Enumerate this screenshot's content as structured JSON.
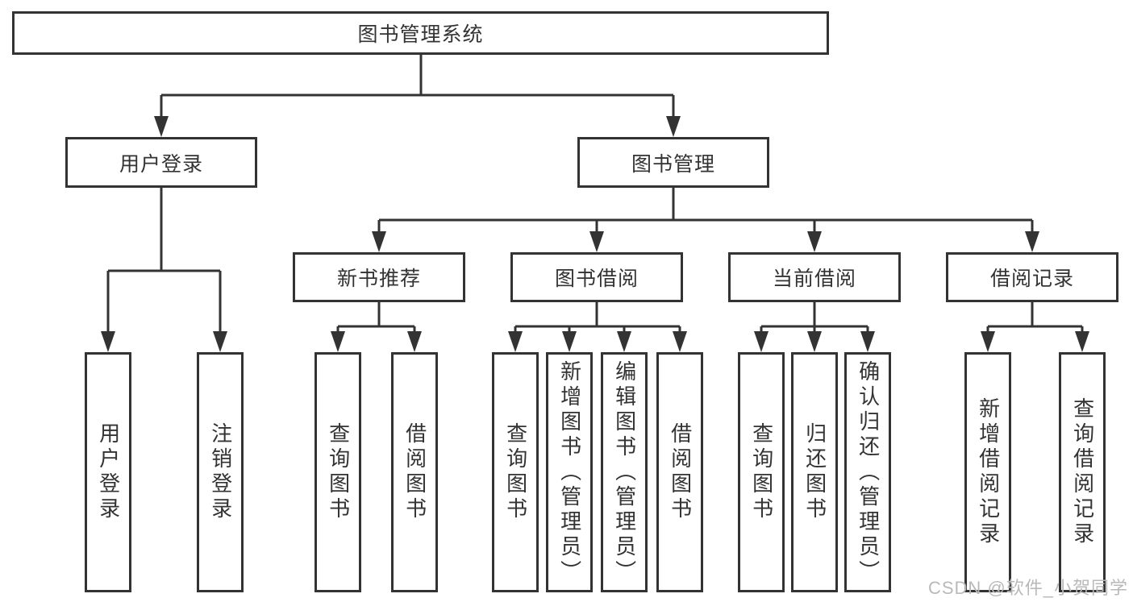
{
  "diagram": {
    "root": {
      "label": "图书管理系统"
    },
    "user_login": {
      "label": "用户登录",
      "children": [
        {
          "label": "用户登录"
        },
        {
          "label": "注销登录"
        }
      ]
    },
    "book_management": {
      "label": "图书管理",
      "sections": [
        {
          "label": "新书推荐",
          "children": [
            {
              "label": "查询图书"
            },
            {
              "label": "借阅图书"
            }
          ]
        },
        {
          "label": "图书借阅",
          "children": [
            {
              "label": "查询图书"
            },
            {
              "label": "新增图书（管理员）"
            },
            {
              "label": "编辑图书（管理员）"
            },
            {
              "label": "借阅图书"
            }
          ]
        },
        {
          "label": "当前借阅",
          "children": [
            {
              "label": "查询图书"
            },
            {
              "label": "归还图书"
            },
            {
              "label": "确认归还（管理员）"
            }
          ]
        },
        {
          "label": "借阅记录",
          "children": [
            {
              "label": "新增借阅记录"
            },
            {
              "label": "查询借阅记录"
            }
          ]
        }
      ]
    }
  },
  "watermark": {
    "text": "CSDN @软件_小贺同学"
  },
  "colors": {
    "line": "#333333",
    "box_border": "#333333",
    "text": "#333333",
    "watermark": "#b9b9b9",
    "background": "#ffffff"
  }
}
